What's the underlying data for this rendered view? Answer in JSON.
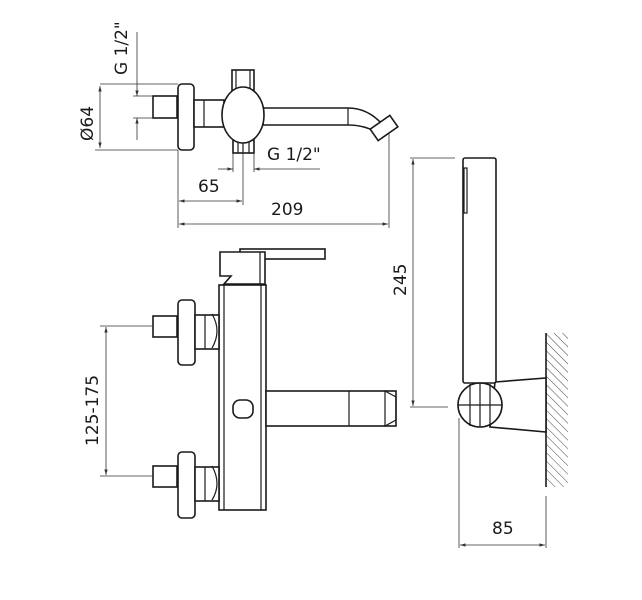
{
  "drawing": {
    "title": "Bath mixer technical drawing",
    "top_view": {
      "inlet_thread_label": "G 1/2\"",
      "flange_diameter_label": "Ø64",
      "outlet_thread_label": "G 1/2\"",
      "outlet_offset_label": "65",
      "total_depth_label": "209"
    },
    "front_view": {
      "inlet_spacing_label": "125-175"
    },
    "side_view": {
      "shower_height_label": "245",
      "bracket_projection_label": "85"
    },
    "colors": {
      "line": "#1a1a1a",
      "background": "#ffffff"
    }
  }
}
